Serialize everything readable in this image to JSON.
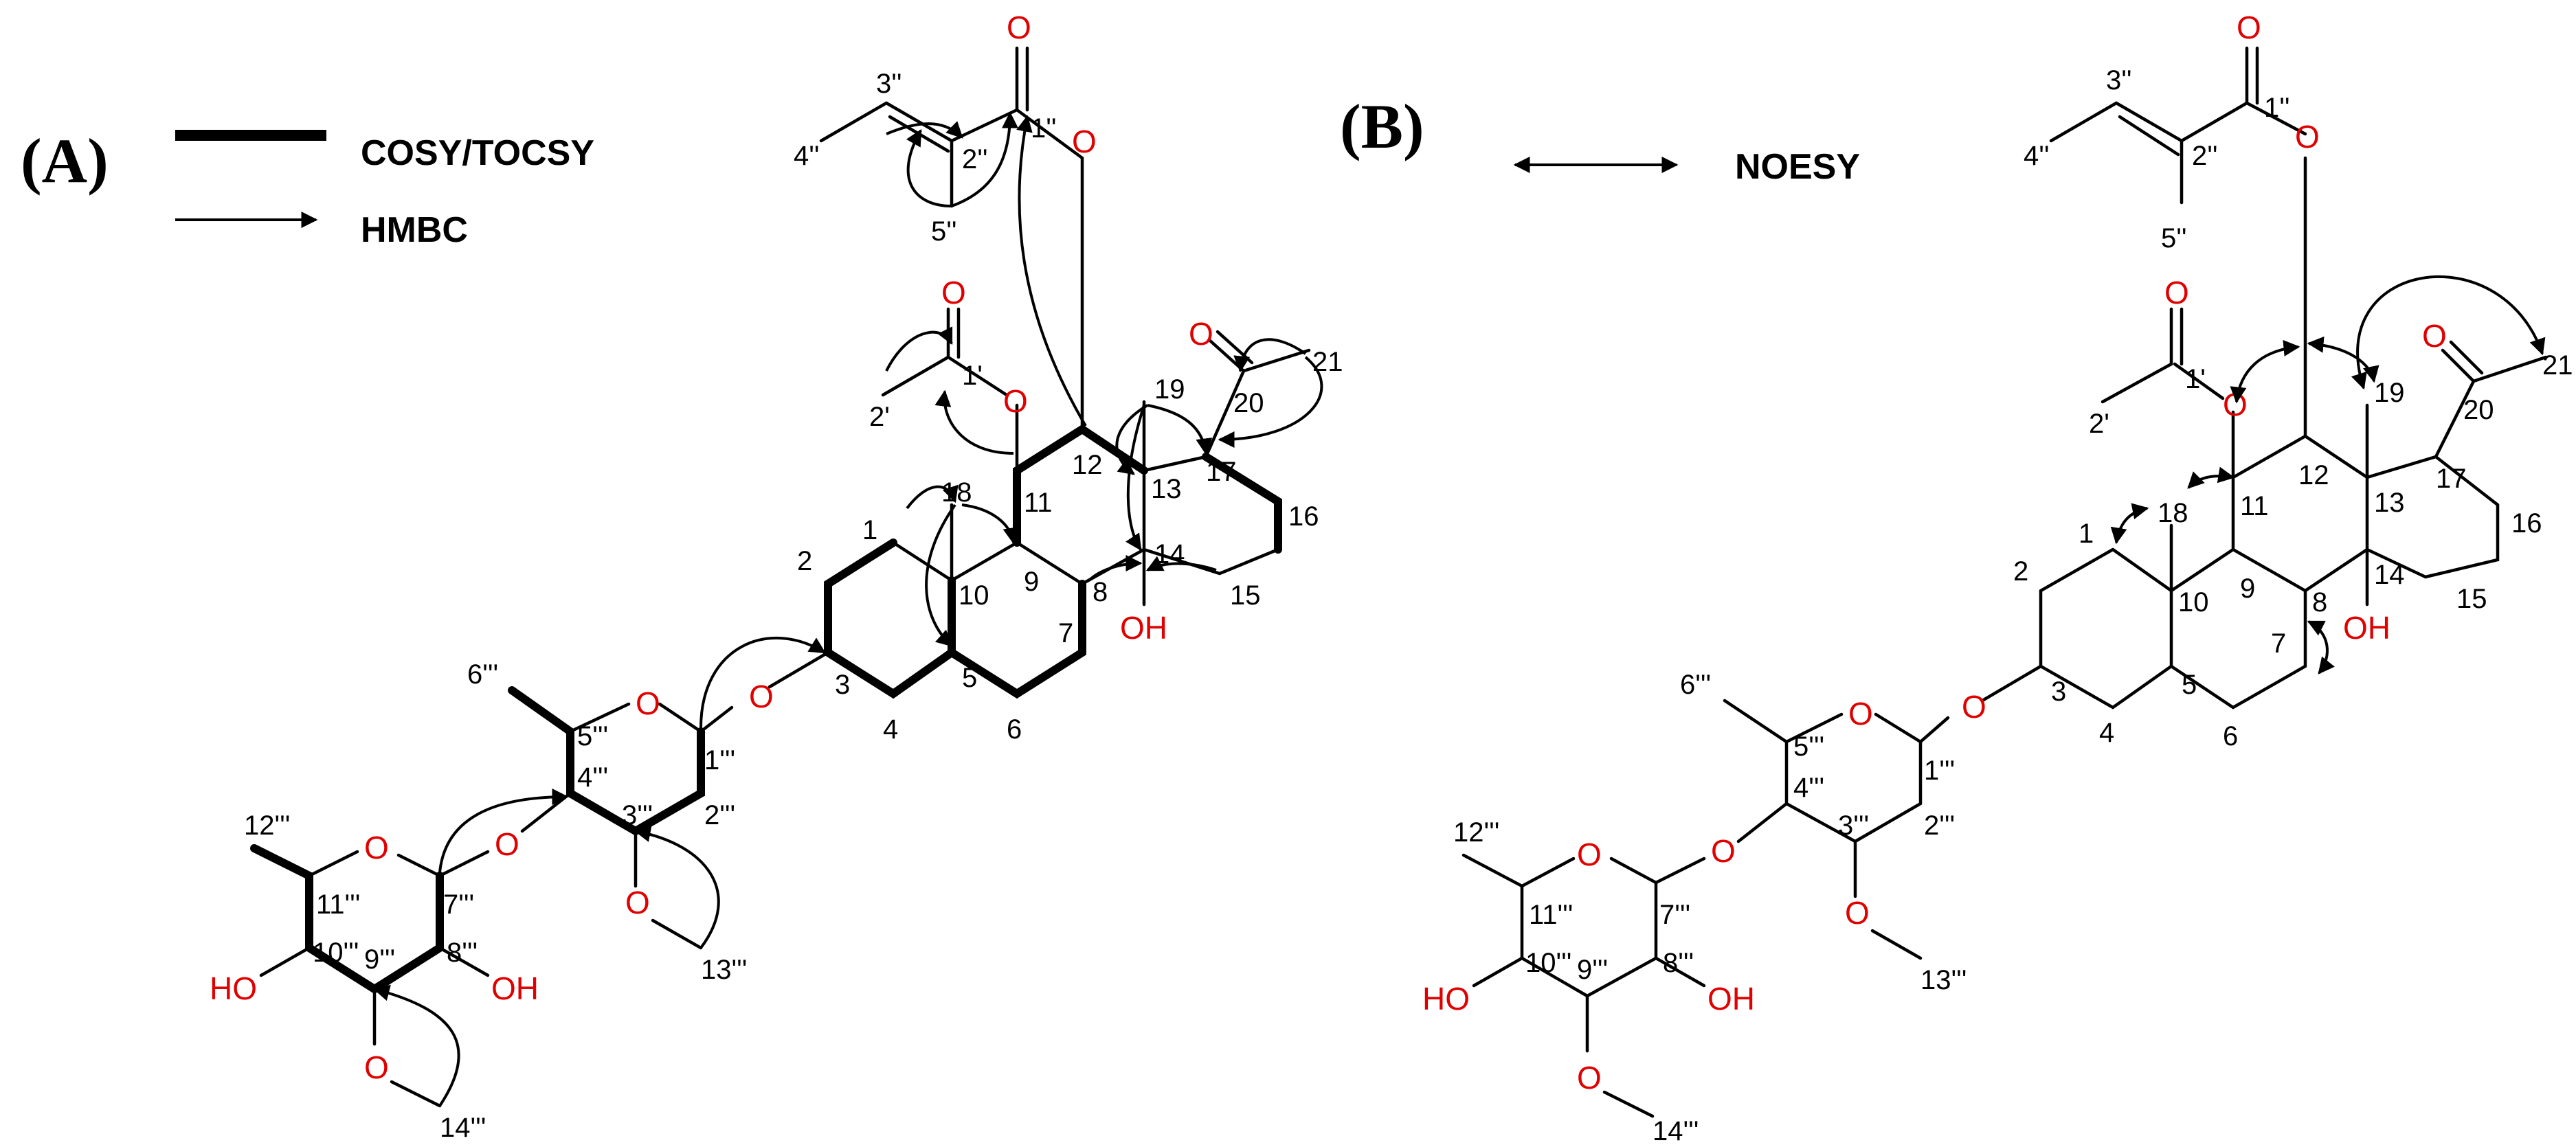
{
  "figure": {
    "panel_a_label": "(A)",
    "panel_b_label": "(B)",
    "legend": {
      "cosy_tocsy": "COSY/TOCSY",
      "hmbc": "HMBC",
      "noesy": "NOESY"
    },
    "atoms": {
      "O": "O",
      "OH": "OH",
      "HO": "HO"
    },
    "numbers": {
      "c1": "1",
      "c2": "2",
      "c3": "3",
      "c4": "4",
      "c5": "5",
      "c6": "6",
      "c7": "7",
      "c8": "8",
      "c9": "9",
      "c10": "10",
      "c11": "11",
      "c12": "12",
      "c13": "13",
      "c14": "14",
      "c15": "15",
      "c16": "16",
      "c17": "17",
      "c18": "18",
      "c19": "19",
      "c20": "20",
      "c21": "21",
      "p1": "1'",
      "p2": "2'",
      "d1": "1''",
      "d2": "2''",
      "d3": "3''",
      "d4": "4''",
      "d5": "5''",
      "t1": "1'''",
      "t2": "2'''",
      "t3": "3'''",
      "t4": "4'''",
      "t5": "5'''",
      "t6": "6'''",
      "t7": "7'''",
      "t8": "8'''",
      "t9": "9'''",
      "t10": "10'''",
      "t11": "11'''",
      "t12": "12'''",
      "t13": "13'''",
      "t14": "14'''"
    }
  }
}
